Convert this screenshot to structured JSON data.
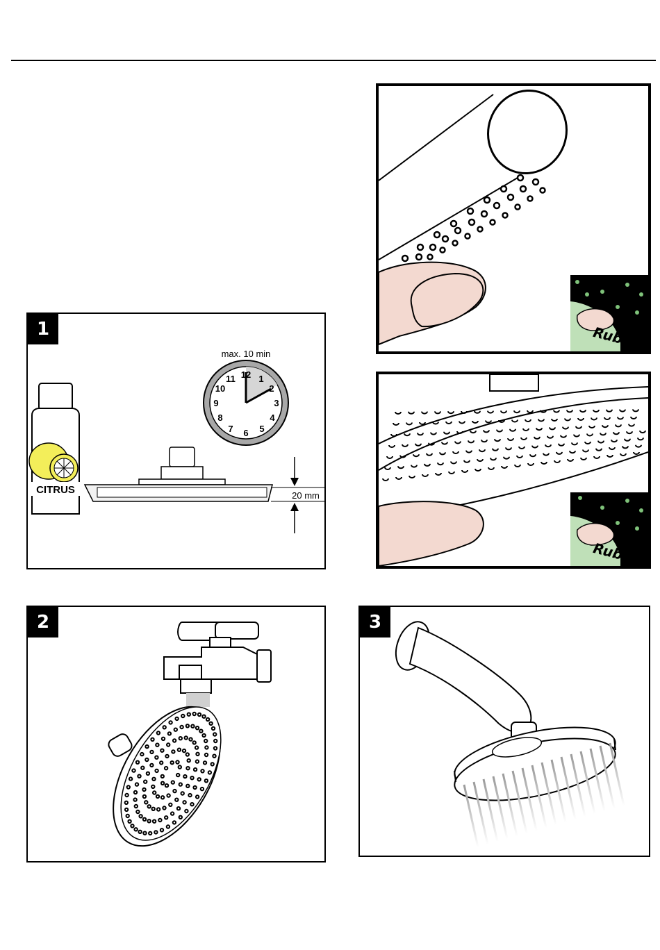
{
  "steps": {
    "step1": "1",
    "step2": "2",
    "step3": "3"
  },
  "clock": {
    "label": "max. 10 min",
    "numbers": [
      "12",
      "1",
      "2",
      "3",
      "4",
      "5",
      "6",
      "7",
      "8",
      "9",
      "10",
      "11"
    ]
  },
  "bottle": {
    "label": "CITRUS"
  },
  "dimension": {
    "label": "20 mm"
  },
  "brand": {
    "badge_top": "Rubit",
    "badge_bottom": "Rubit",
    "mark": "®"
  },
  "colors": {
    "lemon": "#f3ee5a",
    "skin": "#f3d9d0",
    "badge_bg": "#000000",
    "rubit_green": "#bfe0b8",
    "clock_rim": "#a8a8a8"
  }
}
